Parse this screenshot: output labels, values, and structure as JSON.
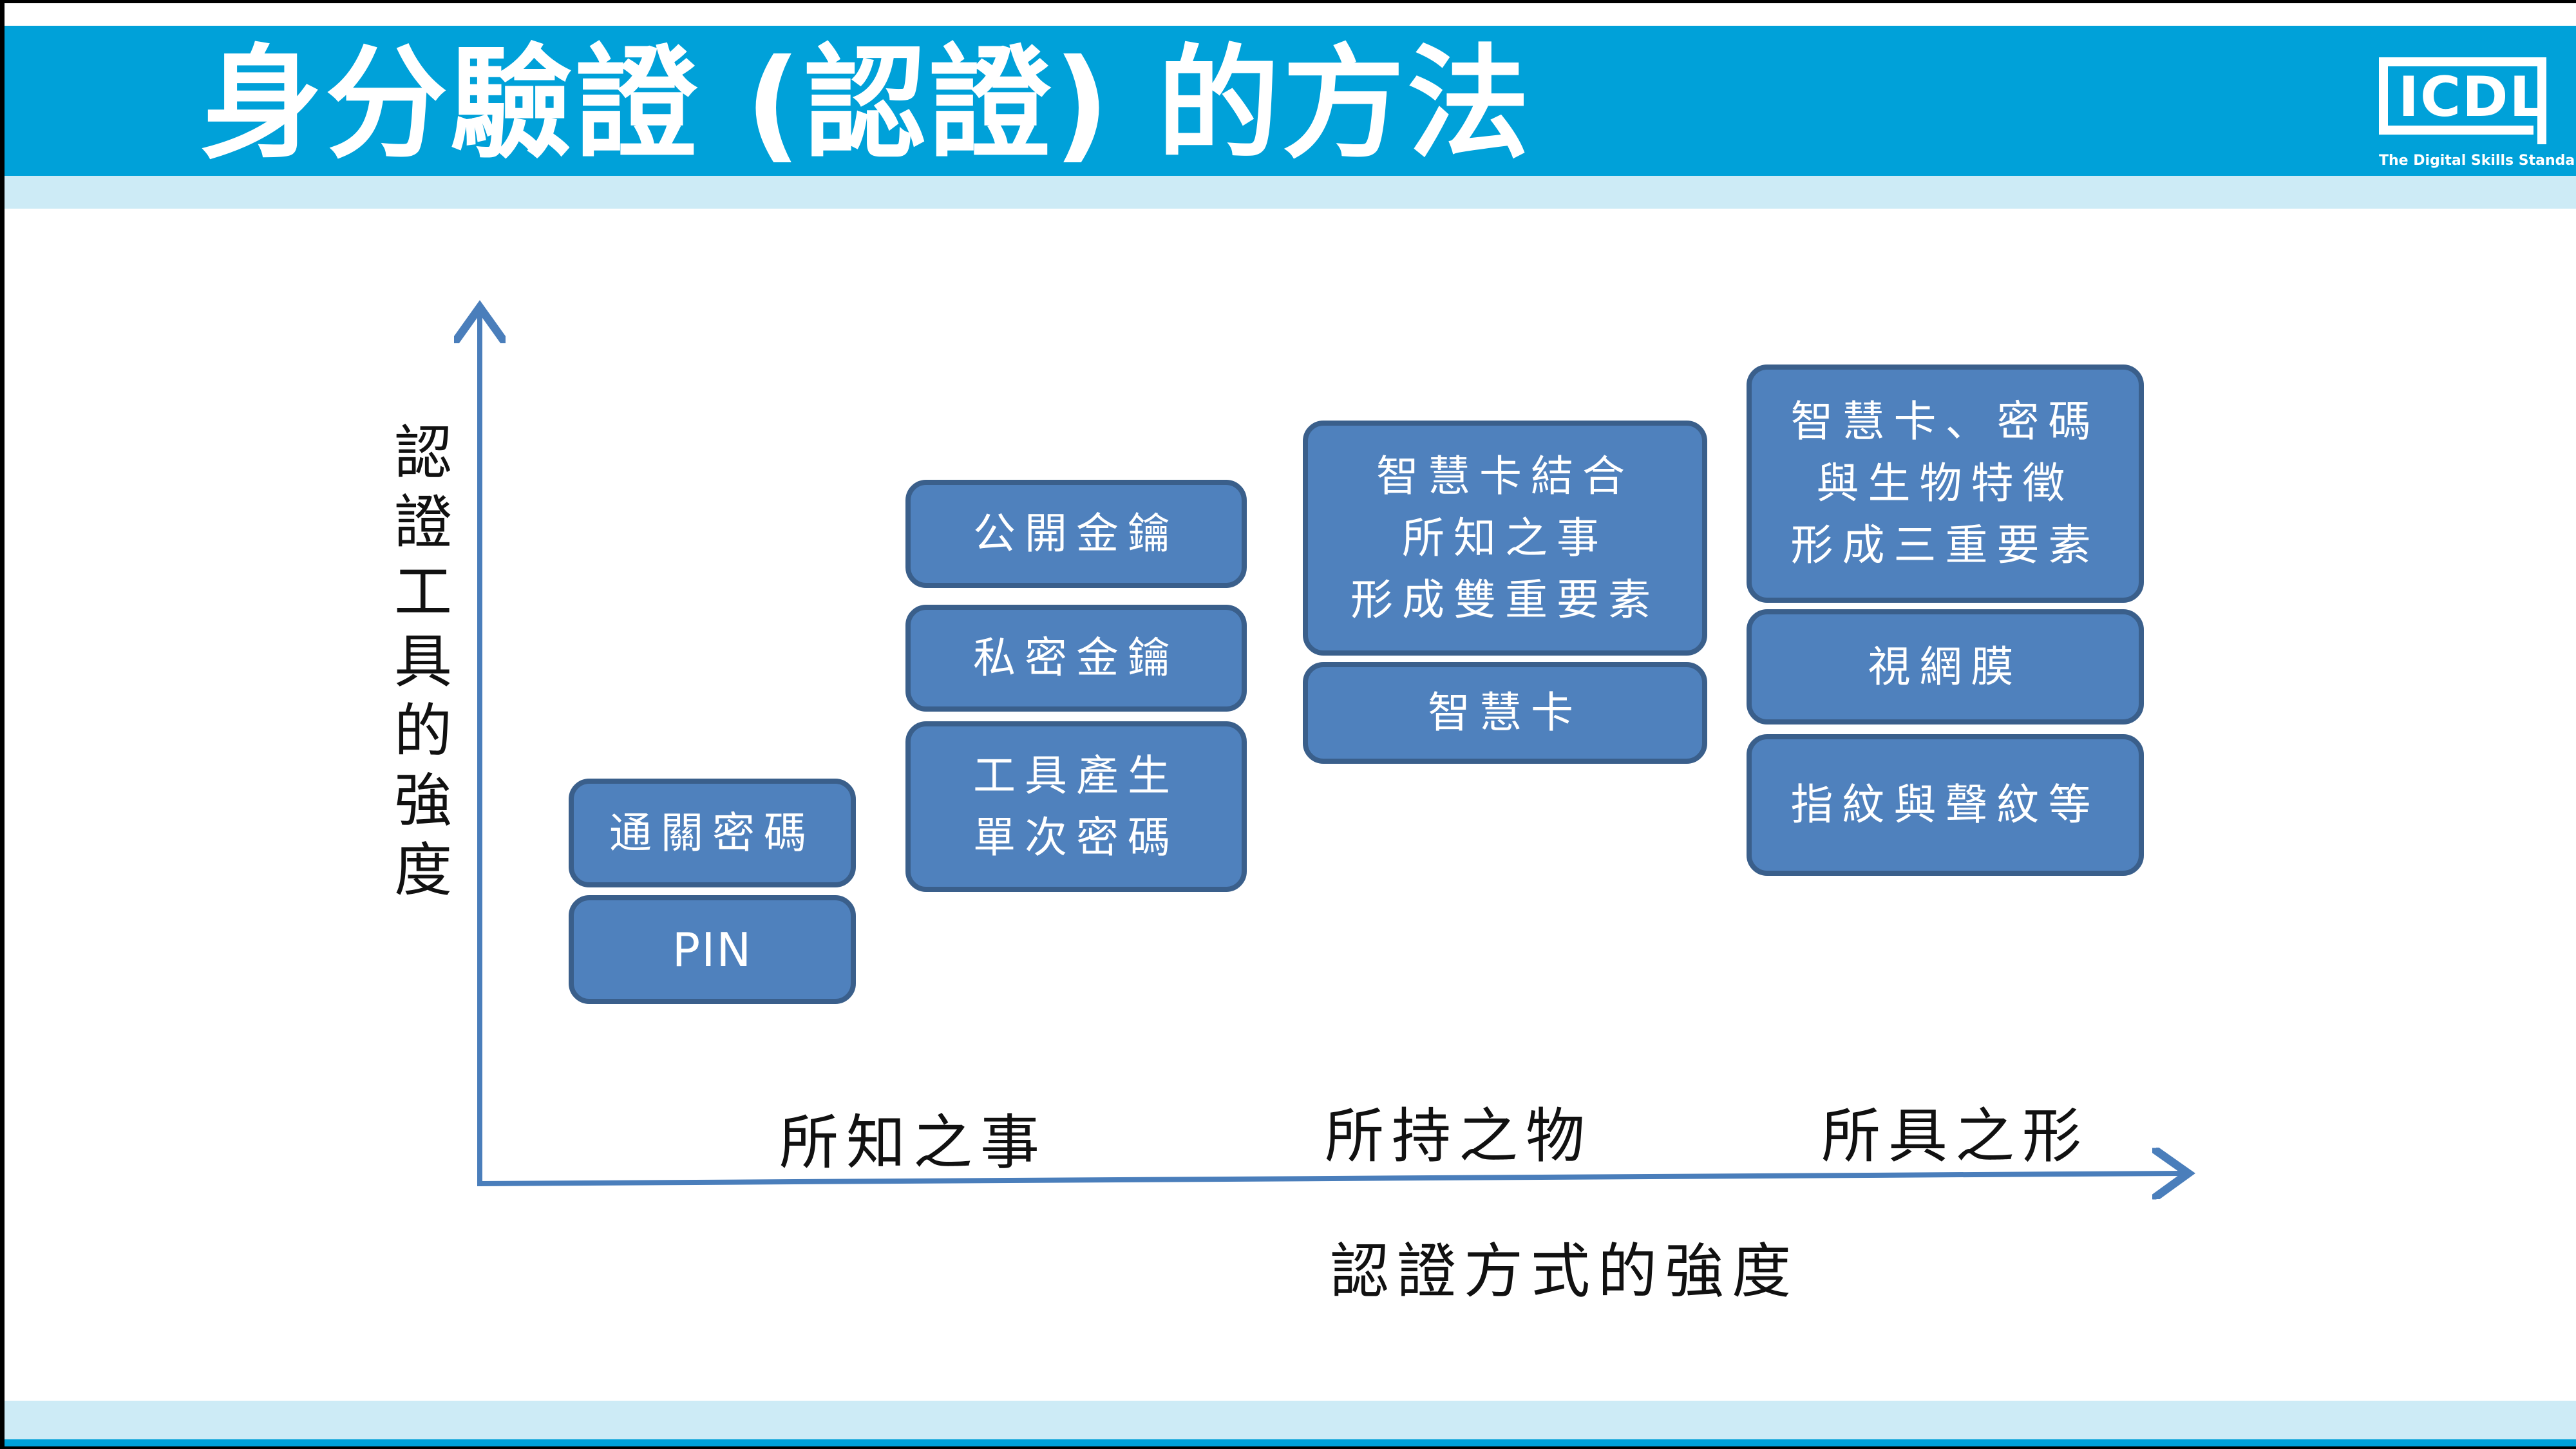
{
  "header": {
    "title": "身分驗證 (認證) 的方法",
    "logo_text": "ICDL",
    "logo_tagline": "The Digital Skills Standard"
  },
  "diagram": {
    "y_axis_label": [
      "認",
      "證",
      "工",
      "具",
      "的",
      "強",
      "度"
    ],
    "x_axis_label": "認證方式的強度",
    "categories": [
      {
        "label": "所知之事",
        "boxes": [
          {
            "lines": [
              "通關密碼"
            ]
          },
          {
            "lines": [
              "PIN"
            ]
          },
          {
            "lines": [
              "公開金鑰"
            ]
          },
          {
            "lines": [
              "私密金鑰"
            ]
          },
          {
            "lines": [
              "工具產生",
              "單次密碼"
            ]
          }
        ]
      },
      {
        "label": "所持之物",
        "boxes": [
          {
            "lines": [
              "智慧卡結合",
              "所知之事",
              "形成雙重要素"
            ]
          },
          {
            "lines": [
              "智慧卡"
            ]
          }
        ]
      },
      {
        "label": "所具之形",
        "boxes": [
          {
            "lines": [
              "智慧卡、密碼",
              "與生物特徵",
              "形成三重要素"
            ]
          },
          {
            "lines": [
              "視網膜"
            ]
          },
          {
            "lines": [
              "指紋與聲紋等"
            ]
          }
        ]
      }
    ]
  },
  "colors": {
    "header_blue": "#00a1d9",
    "header_light": "#cdebf6",
    "box_fill": "#4f81bd",
    "box_border": "#3a5f8b",
    "axis": "#4a7ebb"
  }
}
